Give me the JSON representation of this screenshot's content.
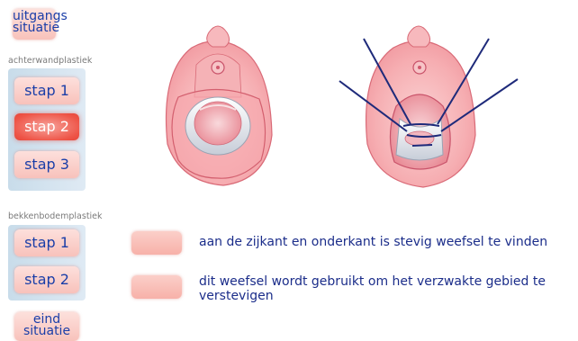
{
  "sidebar": {
    "start_button": "uitgangs situatie",
    "section1_title": "achterwandplastiek",
    "section1_steps": [
      "stap 1",
      "stap 2",
      "stap 3"
    ],
    "section2_title": "bekkenbodemplastiek",
    "section2_steps": [
      "stap 1",
      "stap 2"
    ],
    "end_button": "eind situatie",
    "active_step": "achterwandplastiek stap 2"
  },
  "legend": [
    "aan de zijkant en onderkant is stevig weefsel te vinden",
    "dit weefsel wordt gebruikt om het verzwakte gebied te verstevigen"
  ],
  "colors": {
    "link_blue": "#1a3ea8",
    "text_navy": "#1b2d8a",
    "active_red": "#ee5548",
    "tissue_pink": "#f5a9ad",
    "suture_navy": "#1e2a7a"
  }
}
